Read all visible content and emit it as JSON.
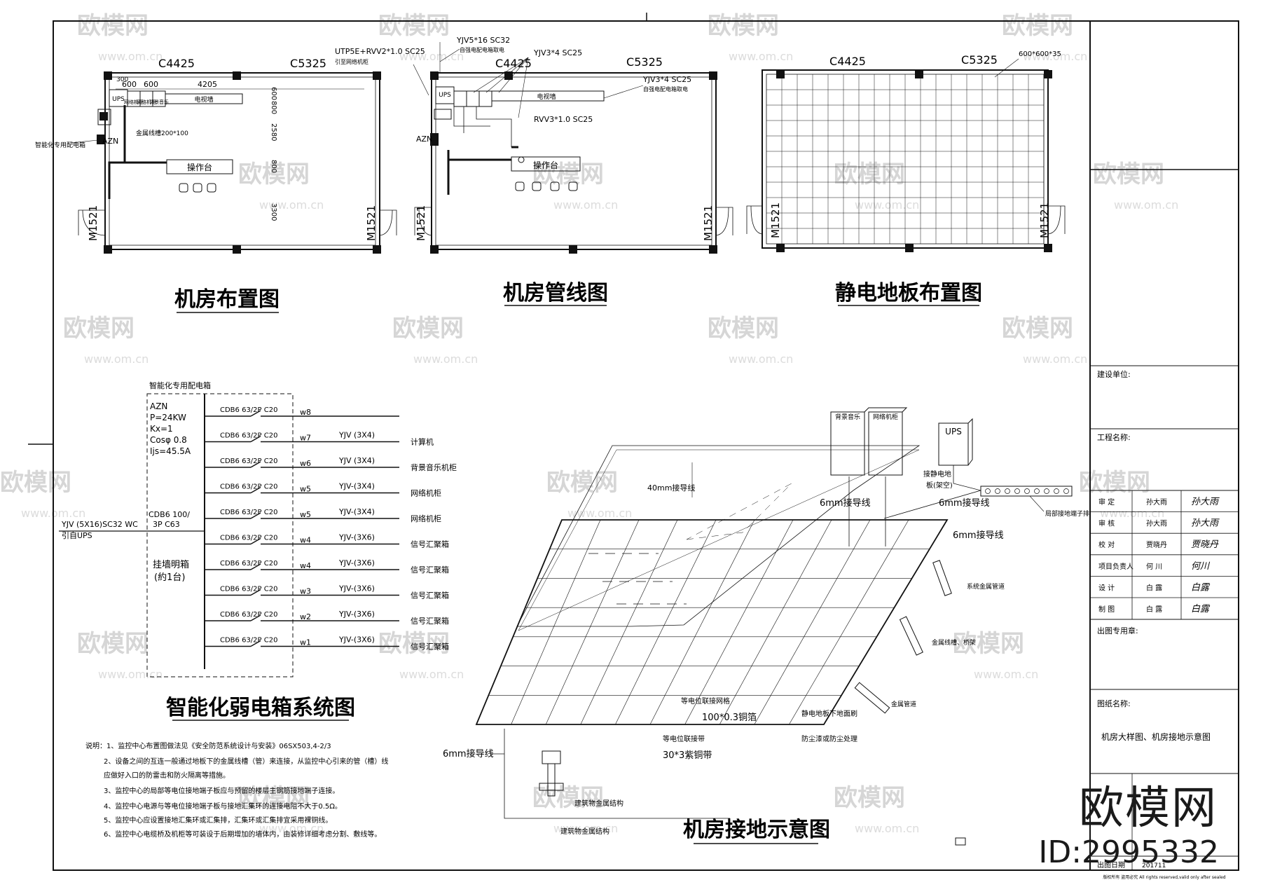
{
  "plans": {
    "layout": {
      "title": "机房布置图",
      "win_left": "C4425",
      "win_right": "C5325",
      "door_left": "M1521",
      "door_right": "M1521",
      "dims_top": [
        "300",
        "600",
        "600",
        "4205"
      ],
      "dims_side": [
        "600",
        "800",
        "2580",
        "800",
        "3300"
      ],
      "ups": "UPS",
      "azn": "AZN",
      "cab1": "网络机柜",
      "cab2": "网络机柜",
      "cab3": "背景音乐",
      "tv_wall": "电视墙",
      "tray": "金属线槽200*100",
      "box_note": "智能化专用配电箱",
      "console": "操作台"
    },
    "piping": {
      "title": "机房管线图",
      "win_left": "C4425",
      "win_right": "C5325",
      "door_left": "M1521",
      "door_right": "M1521",
      "c1": "UTP5E+RVV2*1.0  SC25",
      "c1b": "引至网络机柜",
      "c2": "YJV5*16  SC32",
      "c2b": "自强电配电箱取电",
      "c3": "YJV3*4  SC25",
      "c4": "YJV3*4  SC25",
      "c4b": "自强电配电箱取电",
      "c5": "RVV3*1.0  SC25",
      "ups": "UPS",
      "azn": "AZN",
      "tv_wall": "电视墙",
      "console": "操作台"
    },
    "floor": {
      "title": "静电地板布置图",
      "win_left": "C4425",
      "win_right": "C5325",
      "door_left": "M1521",
      "door_right": "M1521",
      "tile": "600*600*35"
    }
  },
  "system": {
    "title": "智能化弱电箱系统图",
    "box_label": "智能化专用配电箱",
    "params": [
      "AZN",
      "P=24KW",
      "Kx=1",
      "Cosφ 0.8",
      "Ijs=45.5A"
    ],
    "incoming1": "YJV (5X16)SC32 WC",
    "incoming2": "引自UPS",
    "main_breaker1": "CDB6 100/",
    "main_breaker2": "3P C63",
    "mount1": "挂墙明箱",
    "mount2": "(約1台)",
    "circuits": [
      {
        "breaker": "CDB6 63/2P C20",
        "id": "w8",
        "cable": "",
        "load": ""
      },
      {
        "breaker": "CDB6 63/2P C20",
        "id": "w7",
        "cable": "YJV (3X4)",
        "load": "计算机"
      },
      {
        "breaker": "CDB6 63/2P C20",
        "id": "w6",
        "cable": "YJV (3X4)",
        "load": "背景音乐机柜"
      },
      {
        "breaker": "CDB6 63/2P C20",
        "id": "w5",
        "cable": "YJV-(3X4)",
        "load": "网络机柜"
      },
      {
        "breaker": "CDB6 63/2P C20",
        "id": "w5",
        "cable": "YJV-(3X4)",
        "load": "网络机柜"
      },
      {
        "breaker": "CDB6 63/2P C20",
        "id": "w4",
        "cable": "YJV-(3X6)",
        "load": "信号汇聚箱"
      },
      {
        "breaker": "CDB6 63/2P C20",
        "id": "w4",
        "cable": "YJV-(3X6)",
        "load": "信号汇聚箱"
      },
      {
        "breaker": "CDB6 63/2P C20",
        "id": "w3",
        "cable": "YJV-(3X6)",
        "load": "信号汇聚箱"
      },
      {
        "breaker": "CDB6 63/2P C20",
        "id": "w2",
        "cable": "YJV-(3X6)",
        "load": "信号汇聚箱"
      },
      {
        "breaker": "CDB6 63/2P C20",
        "id": "w1",
        "cable": "YJV-(3X6)",
        "load": "信号汇聚箱"
      }
    ]
  },
  "notes": [
    "说明：1、监控中心布置图做法见《安全防范系统设计与安装》06SX503,4-2/3",
    "2、设备之间的互连一般通过地板下的金属线槽（管）来连接，从监控中心引来的管（槽）线",
    "应做好入口的防雷击和防火隔离等措施。",
    "3、监控中心的局部等电位接地端子板应与预留的楼层主钢筋接地端子连接。",
    "4、监控中心电源与等电位接地端子板与接地汇集环的连接电阻不大于0.5Ω。",
    "5、监控中心应设置接地汇集环或汇集排，汇集环或汇集排宜采用裸铜线。",
    "6、监控中心电缆桥及机柜等可装设于后期增加的墙体内，由装修详细考虑分割、敷线等。"
  ],
  "grounding": {
    "title": "机房接地示意图",
    "cab_music": "背景音乐",
    "cab_net": "网络机柜",
    "ups": "UPS",
    "ups_b": "接静电地",
    "ups_c": "板(架空)",
    "w6_a": "6mm接导线",
    "w6_b": "6mm接导线",
    "w6_c": "6mm接导线",
    "w6_d": "6mm接导线",
    "w40": "40mm接导线",
    "busbar": "局部接地端子排",
    "bridge": "系统金属管道",
    "trunk": "金属线槽、桥架",
    "metal_pipe": "金属管道",
    "bond_net": "等电位联接网格",
    "copper1": "100*0.3铜箔",
    "copper_hint": "静电地板下地面刷",
    "dust": "防尘漆或防尘处理",
    "bond_strip": "等电位联接带",
    "copper2": "30*3紫铜带",
    "structure1": "建筑物金属结构",
    "structure2": "建筑物金属结构"
  },
  "title_block": {
    "client_label": "建设单位:",
    "project_label": "工程名称:",
    "rows": [
      {
        "role": "审  定",
        "name": "孙大雨",
        "sign": "孙大雨"
      },
      {
        "role": "审  核",
        "name": "孙大雨",
        "sign": "孙大雨"
      },
      {
        "role": "校  对",
        "name": "贾晓丹",
        "sign": "贾晓丹"
      },
      {
        "role": "项目负责人",
        "name": "何  川",
        "sign": "何川"
      },
      {
        "role": "设  计",
        "name": "白  露",
        "sign": "白露"
      },
      {
        "role": "制  图",
        "name": "白  露",
        "sign": "白露"
      }
    ],
    "stamp_label": "出图专用章:",
    "drawing_label": "图纸名称:",
    "drawing_name": "机房大样图、机房接地示意图",
    "date_label": "出图日期",
    "date": "201711",
    "copyright": "版权所有 盗用必究 All rights reserved,valid only after sealed"
  },
  "watermark": {
    "brand": "欧模网",
    "url": "www.om.cn",
    "big": "欧模网",
    "id": "ID:2995332"
  }
}
